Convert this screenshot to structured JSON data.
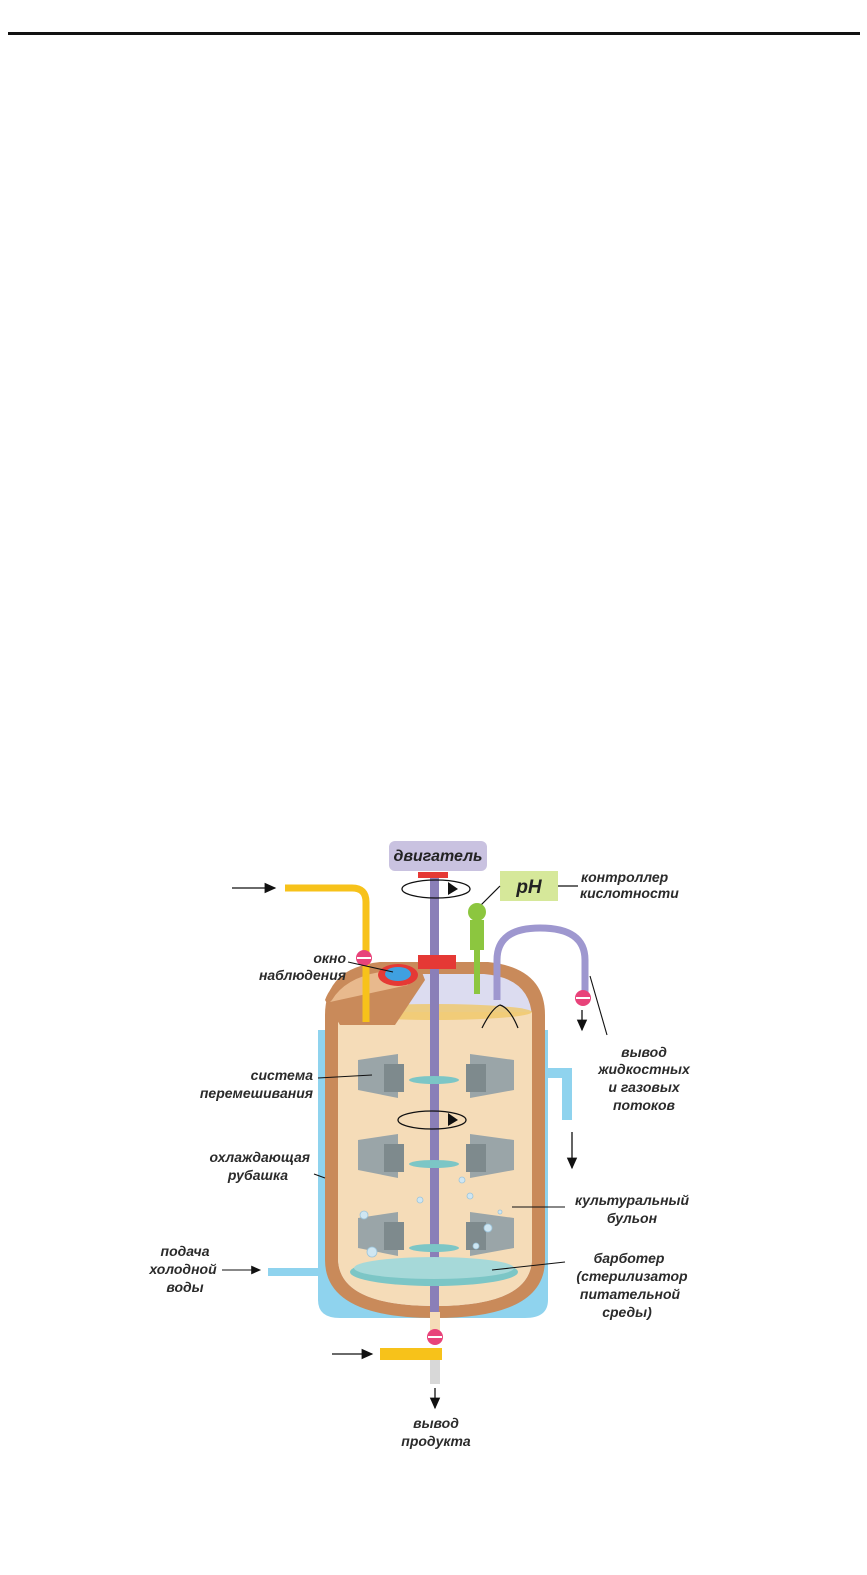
{
  "labels": {
    "motor": "двигатель",
    "ph": "pH",
    "ph_controller": [
      "контроллер",
      "кислотности"
    ],
    "window": [
      "окно",
      "наблюдения"
    ],
    "outflow": [
      "вывод",
      "жидкостных",
      "и газовых",
      "потоков"
    ],
    "mixing": [
      "система",
      "перемешивания"
    ],
    "jacket": [
      "охлаждающая",
      "рубашка"
    ],
    "broth": [
      "культуральный",
      "бульон"
    ],
    "cold_water": [
      "подача",
      "холодной",
      "воды"
    ],
    "sparger": [
      "барботер",
      "(стерилизатор",
      "питательной",
      "среды)"
    ],
    "product": [
      "вывод",
      "продукта"
    ]
  },
  "colors": {
    "jacket": "#8fd3ee",
    "vessel_wall": "#c98a5a",
    "broth": "#f5dcb8",
    "headspace": "#dcdcf0",
    "shaft": "#8a7fb8",
    "motor_box": "#c9c2e0",
    "ph_box": "#d6e89a",
    "probe": "#8cc63f",
    "yellow_pipe": "#f7c21a",
    "outflow_pipe": "#9e97cf",
    "valve": "#e8437a",
    "impeller": "#9aa5a8",
    "disc": "#7cc6c6",
    "seal": "#e53935"
  }
}
